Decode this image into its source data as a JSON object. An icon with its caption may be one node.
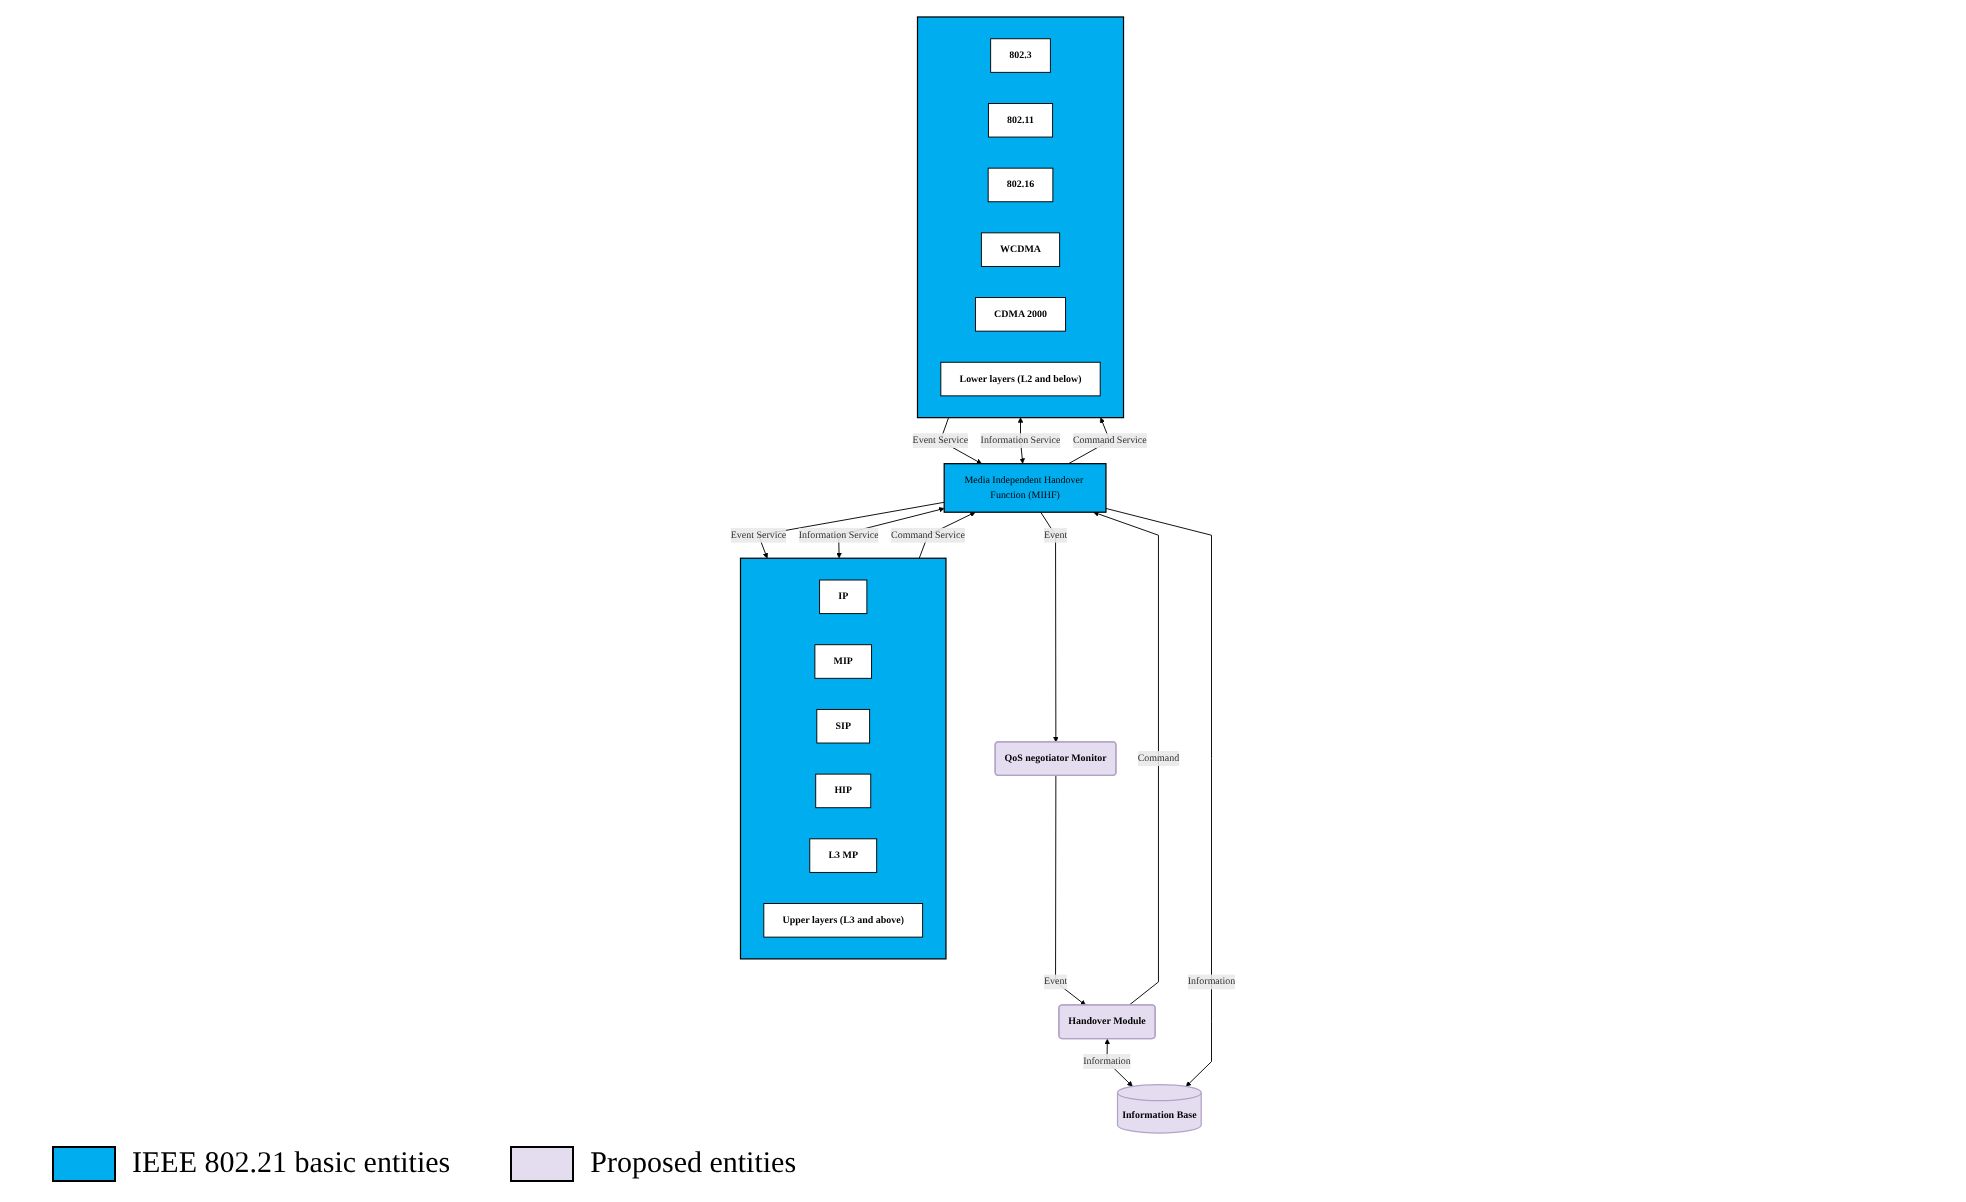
{
  "diagram": {
    "nodes": [
      {
        "text": [],
        "shape": "box"
      },
      {
        "text": [
          "IP"
        ],
        "in": 0
      },
      {
        "text": [
          "MIP"
        ],
        "in": 0
      },
      {
        "text": [
          "SIP"
        ],
        "in": 0
      },
      {
        "text": [
          "HIP"
        ],
        "in": 0
      },
      {
        "text": [
          "L3 MP"
        ],
        "in": 0
      },
      {
        "text": [
          "Upper layers (L3 and above)"
        ],
        "in": 0
      },
      {
        "text": [
          "Media Independent Handover Function (MIHF)"
        ]
      },
      {
        "text": [],
        "shape": "box"
      },
      {
        "text": [
          "802.3"
        ],
        "in": 8
      },
      {
        "text": [
          "802.11"
        ],
        "in": 8
      },
      {
        "text": [
          "802.16"
        ],
        "in": 8
      },
      {
        "text": [
          "WCDMA"
        ],
        "in": 8
      },
      {
        "text": [
          "CDMA 2000"
        ],
        "in": 8
      },
      {
        "text": [
          "Lower layers (L2 and below)"
        ],
        "in": 8
      },
      {
        "text": [
          "QoS negotiator Monitor"
        ]
      },
      {
        "text": [
          "Handover Module"
        ]
      },
      {
        "text": [
          "Information Base"
        ]
      }
    ],
    "edges": [
      {
        "from": 0,
        "to": 7,
        "arrow": "both",
        "label": "Information Service"
      },
      {
        "from": 0,
        "to": 7,
        "arrow": "to",
        "label": "Command Service"
      },
      {
        "from": 7,
        "to": 0,
        "arrow": "to",
        "label": "Event Service"
      },
      {
        "from": 7,
        "to": 8,
        "arrow": "both",
        "label": "Information Service"
      },
      {
        "from": 7,
        "to": 8,
        "arrow": "to",
        "label": "Command Service"
      },
      {
        "from": 8,
        "to": 7,
        "arrow": "to",
        "label": "Event Service"
      },
      {
        "from": 7,
        "to": 15,
        "arrow": "to",
        "label": "Event"
      },
      {
        "from": 15,
        "to": 16,
        "arrow": "to",
        "label": "Event"
      },
      {
        "from": 16,
        "to": 7,
        "arrow": "to",
        "label": "Command"
      },
      {
        "from": 16,
        "to": 17,
        "arrow": "both",
        "label": "Information"
      },
      {
        "from": 7,
        "to": 17,
        "arrow": "to",
        "label": "Information"
      }
    ],
    "legend": [
      {
        "text": "IEEE 802.21 basic entities",
        "color": "#00aeef"
      },
      {
        "text": "Proposed entities",
        "color": "#e4ddf0"
      }
    ]
  }
}
